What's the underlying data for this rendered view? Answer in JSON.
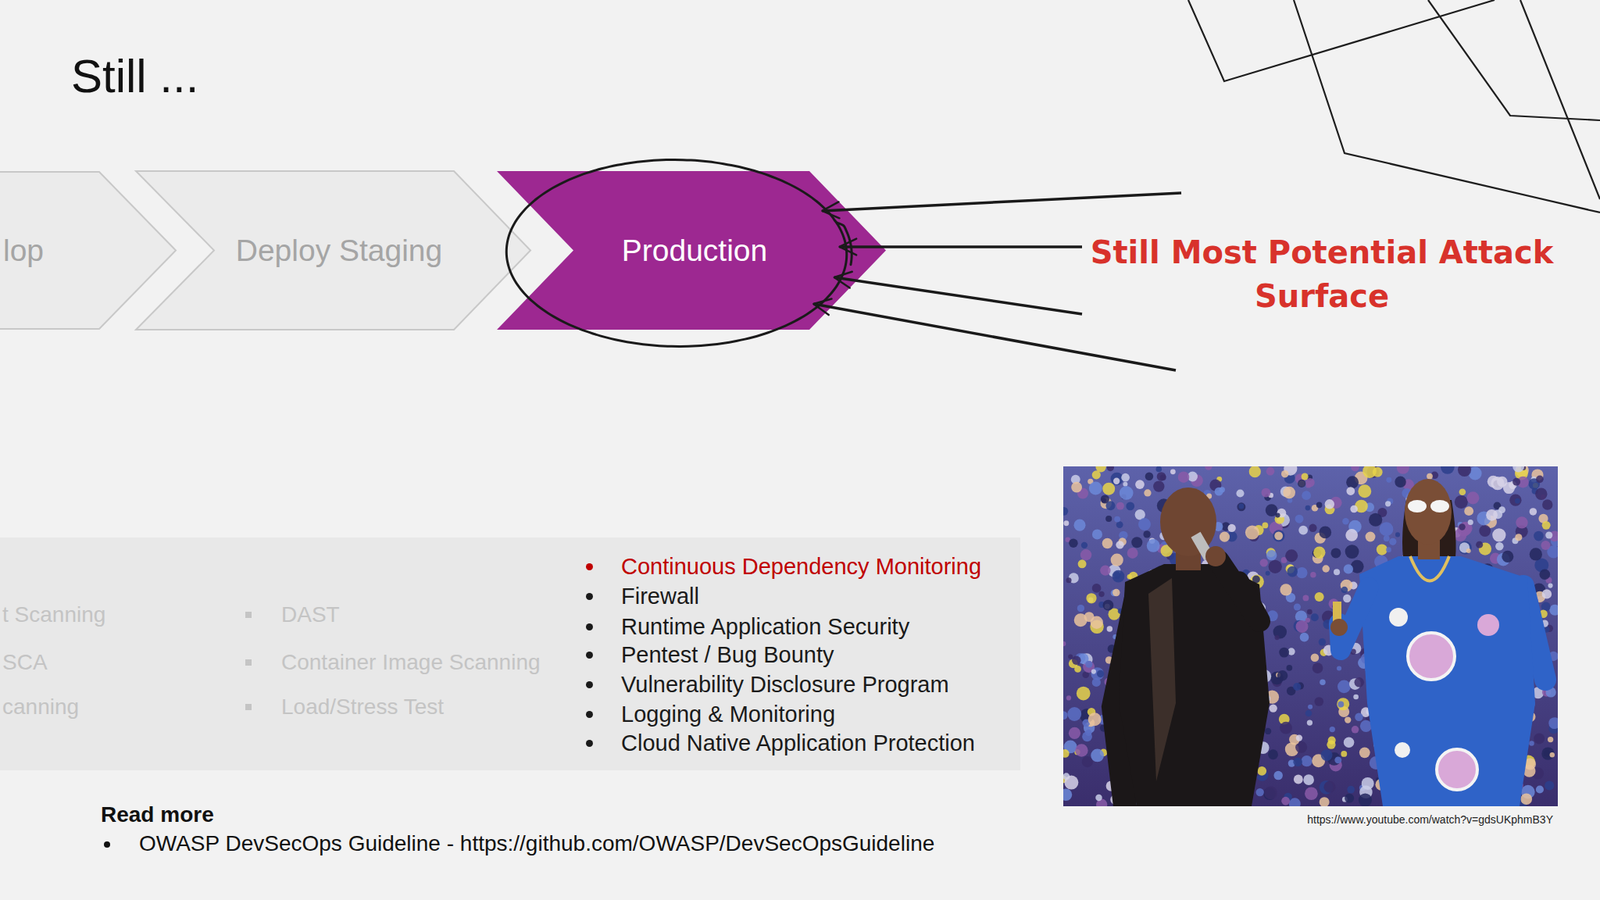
{
  "diagram": {
    "title": "Still ...",
    "nodes": [
      {
        "text": [
          "lop"
        ]
      },
      {
        "text": [
          "Deploy Staging"
        ]
      },
      {
        "text": [
          "Production"
        ]
      },
      {
        "text": [
          "t Scanning",
          "SCA",
          "canning",
          "DAST",
          "Container Image Scanning",
          "Load/Stress Test",
          "Continuous Dependency Monitoring",
          "Firewall",
          "Runtime Application Security",
          "Pentest / Bug Bounty",
          "Vulnerability Disclosure Program",
          "Logging & Monitoring",
          "Cloud Native Application Protection"
        ]
      }
    ],
    "labels": [
      "Still Most Potential Attack Surface",
      "Read more",
      "OWASP DevSecOps Guideline - https://github.com/OWASP/DevSecOpsGuideline",
      "https://www.youtube.com/watch?v=gdsUKphmB3Y"
    ]
  }
}
